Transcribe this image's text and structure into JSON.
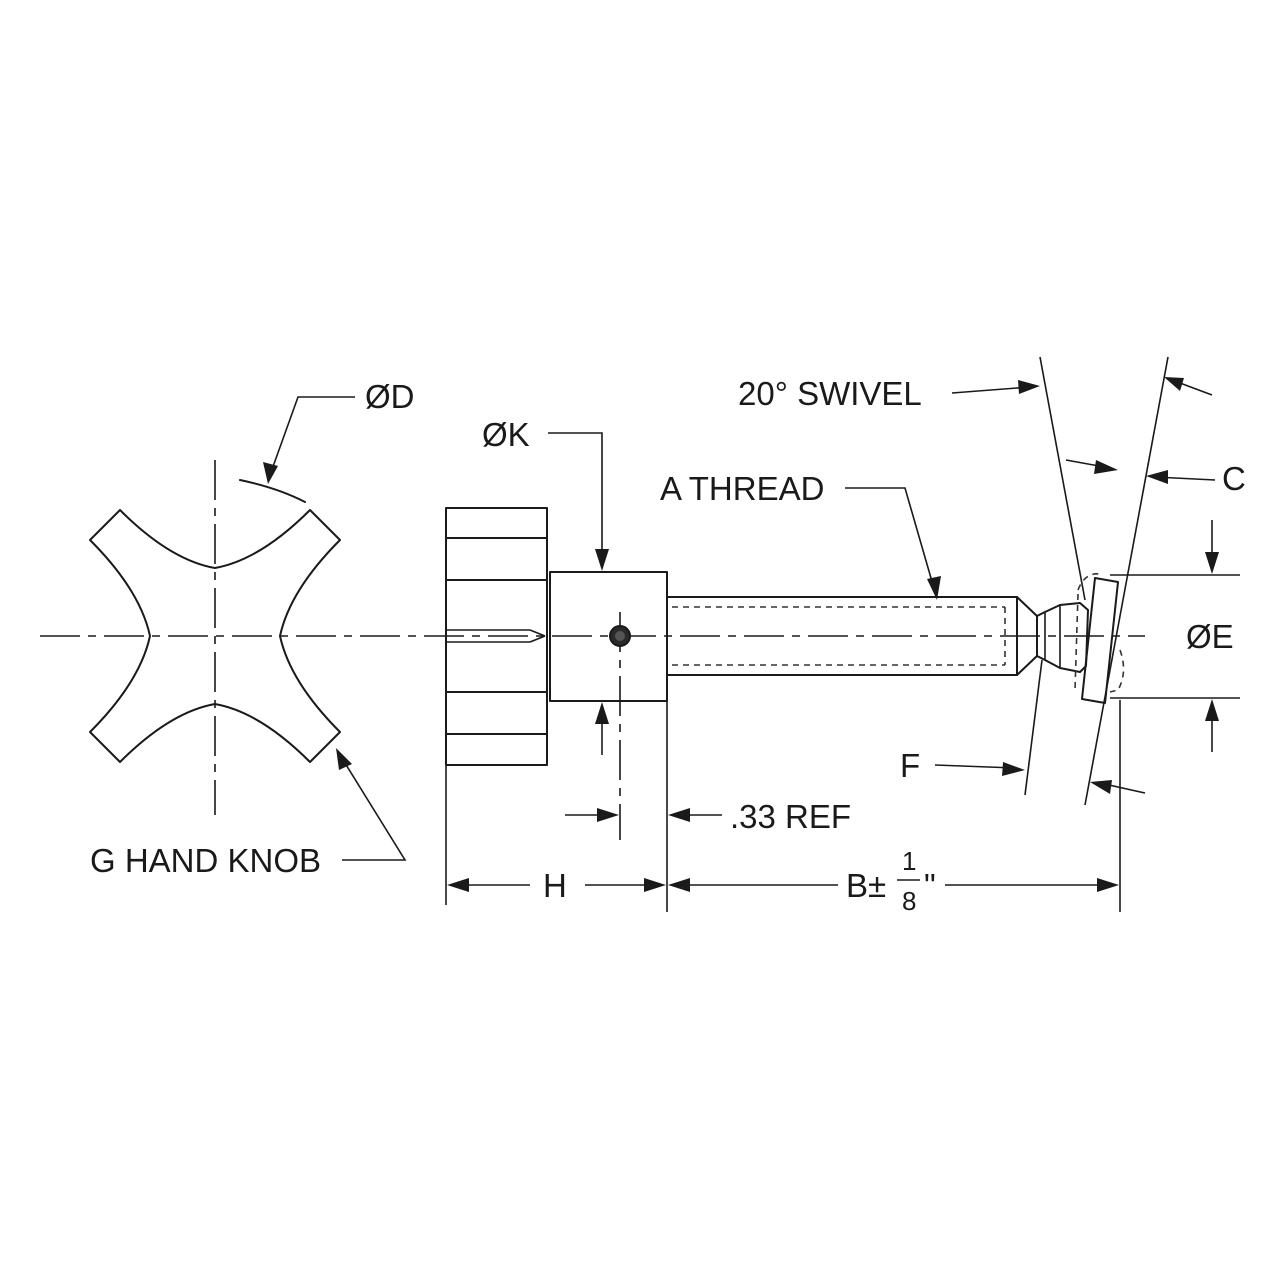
{
  "labels": {
    "diameter_d": "D",
    "diameter_k": "K",
    "a_thread": "A THREAD",
    "swivel": "20° SWIVEL",
    "dim_c": "C",
    "diameter_e": "E",
    "dim_f": "F",
    "ref": ".33 REF",
    "hand_knob": "G HAND KNOB",
    "dim_h": "H",
    "dim_b": "B±",
    "frac_num": "1",
    "frac_den": "8",
    "inch_mark": "\""
  },
  "symbols": {
    "diameter": "Ø"
  }
}
